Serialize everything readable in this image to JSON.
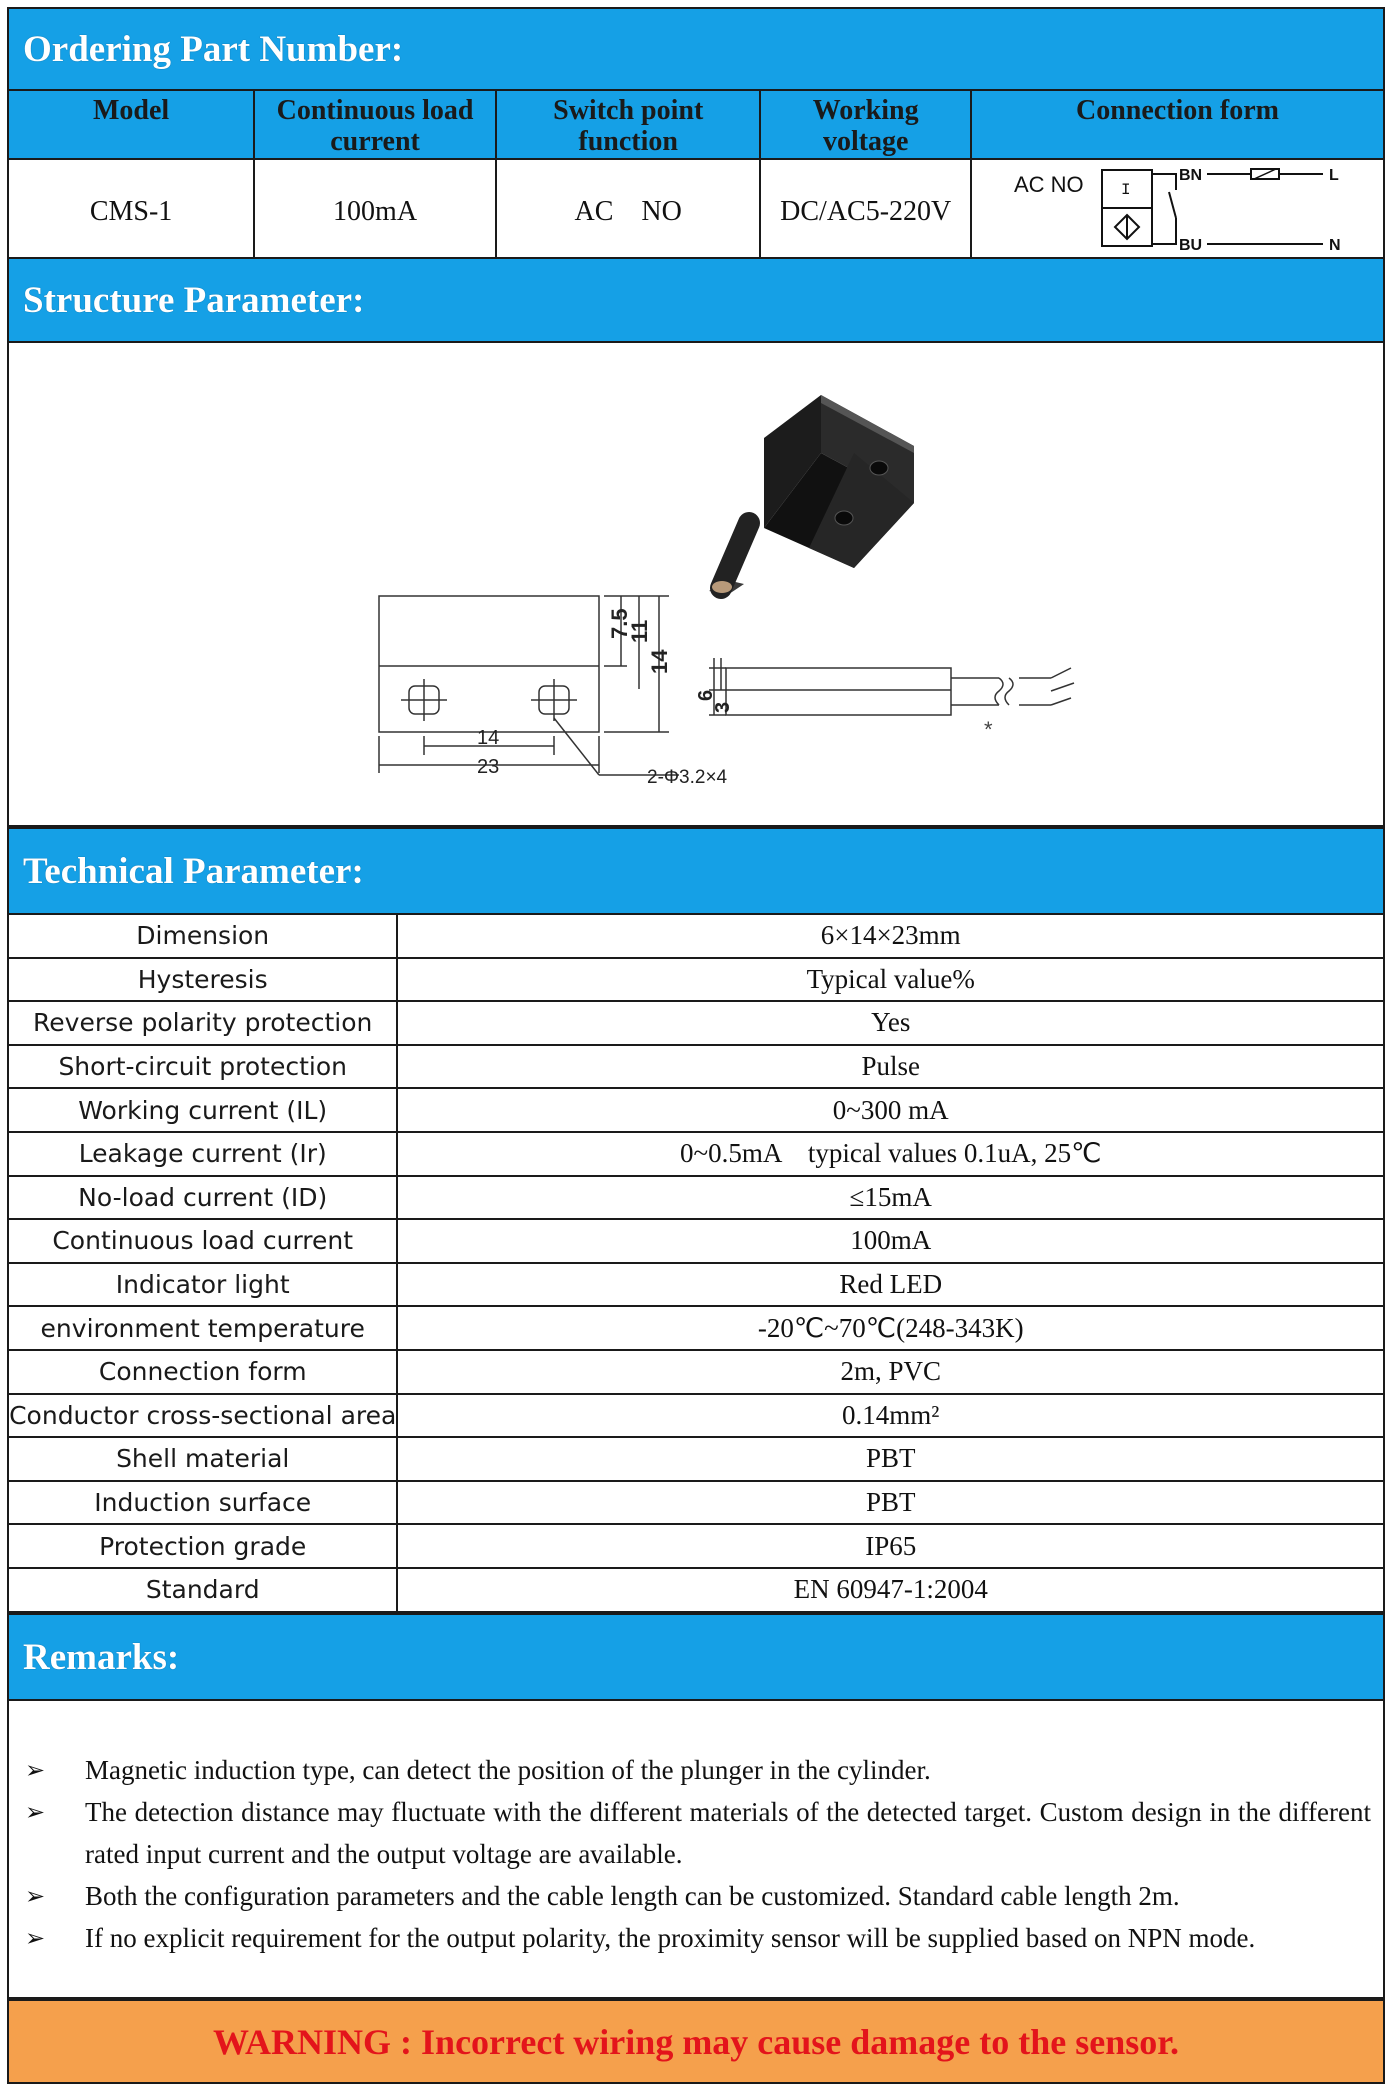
{
  "ordering": {
    "title": "Ordering Part Number:",
    "headers": [
      "Model",
      "Continuous load current",
      "Switch point function",
      "Working voltage",
      "Connection form"
    ],
    "row": [
      "CMS-1",
      "100mA",
      "AC    NO",
      "DC/AC5-220V"
    ],
    "wiring": {
      "mode": "AC NO",
      "bn": "BN",
      "bu": "BU",
      "l": "L",
      "n": "N",
      "i": "I"
    }
  },
  "structure": {
    "title": "Structure Parameter:",
    "dims": {
      "d75": "7.5",
      "d11": "11",
      "d14v": "14",
      "d14h": "14",
      "d23": "23",
      "d6": "6",
      "d3": "3",
      "holes": "2-Φ3.2×4",
      "star": "*"
    }
  },
  "technical": {
    "title": "Technical Parameter:",
    "rows": [
      {
        "label": "Dimension",
        "value": "6×14×23mm"
      },
      {
        "label": "Hysteresis",
        "value": "Typical value%"
      },
      {
        "label": "Reverse polarity protection",
        "value": "Yes"
      },
      {
        "label": "Short-circuit protection",
        "value": "Pulse"
      },
      {
        "label": "Working current (IL)",
        "value": "0~300 mA"
      },
      {
        "label": "Leakage current (Ir)",
        "value": "0~0.5mA    typical values 0.1uA, 25℃"
      },
      {
        "label": "No-load current (ID)",
        "value": "≤15mA"
      },
      {
        "label": "Continuous load current",
        "value": "100mA"
      },
      {
        "label": "Indicator light",
        "value": "Red LED"
      },
      {
        "label": "environment temperature",
        "value": "-20℃~70℃(248-343K)"
      },
      {
        "label": "Connection form",
        "value": "2m, PVC"
      },
      {
        "label": "Conductor cross-sectional area",
        "value": "0.14mm²"
      },
      {
        "label": "Shell material",
        "value": "PBT"
      },
      {
        "label": "Induction surface",
        "value": "PBT"
      },
      {
        "label": "Protection grade",
        "value": "IP65"
      },
      {
        "label": "Standard",
        "value": "EN 60947-1:2004"
      }
    ]
  },
  "remarks": {
    "title": "Remarks:",
    "bullet": "➢",
    "items": [
      "Magnetic induction type, can detect the position of the plunger in the cylinder.",
      "The detection distance may fluctuate with the different materials of the detected target. Custom design in the different rated input current and the output voltage are available.",
      "Both the configuration parameters and the cable length can be customized. Standard cable length 2m.",
      "If no explicit requirement for the output polarity, the proximity sensor will be supplied based on NPN mode."
    ]
  },
  "warning": "WARNING : Incorrect wiring may cause damage to the sensor.",
  "colors": {
    "header_blue": "#15a0e6",
    "warning_orange": "#f5a04c",
    "warning_red": "#e3141b"
  }
}
